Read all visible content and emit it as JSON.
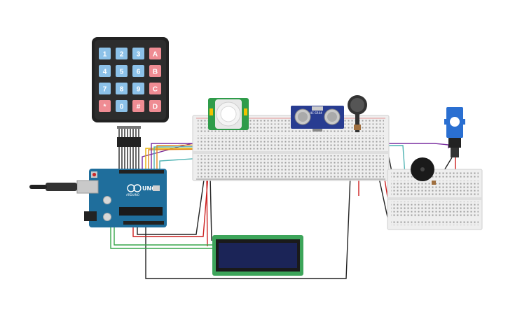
{
  "colors": {
    "background": "#ffffff",
    "breadboard": "#eeeeee",
    "breadboard_rail_red": "#d93a3a",
    "breadboard_rail_black": "#333333",
    "arduino": "#1f6e9c",
    "keypad_body": "#222222",
    "keypad_numeric": "#8cc1e8",
    "keypad_letter": "#ef8c93",
    "lcd_pcb": "#3da55a",
    "lcd_screen": "#1b2457",
    "pir_pcb": "#2f9c4a",
    "ultrasonic_pcb": "#283c91",
    "servo": "#2a6fd1",
    "buzzer": "#1a1a1a",
    "wire_red": "#cc1f1f",
    "wire_black": "#222222",
    "wire_yellow": "#e7b000",
    "wire_purple": "#7a2ea0",
    "wire_teal": "#4fb3b3",
    "wire_green": "#37a64a",
    "wire_orange": "#e08a1e"
  },
  "keypad": {
    "keys": [
      "1",
      "2",
      "3",
      "A",
      "4",
      "5",
      "6",
      "B",
      "7",
      "8",
      "9",
      "C",
      "*",
      "0",
      "#",
      "D"
    ]
  },
  "arduino": {
    "model_label": "UNO",
    "brand_label": "ARDUINO"
  },
  "components": {
    "ultrasonic_label": "HC-SR04"
  }
}
